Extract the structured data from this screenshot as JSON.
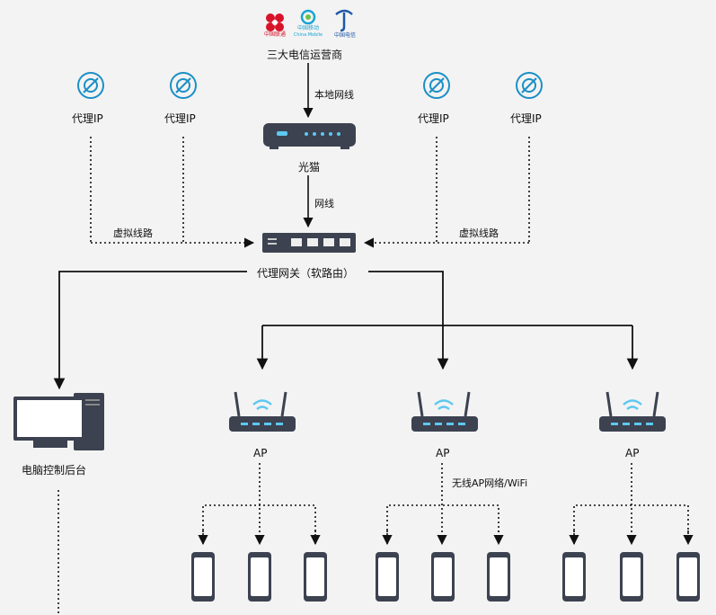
{
  "carriers": {
    "caption": "三大电信运营商",
    "logo_texts": [
      "中国联通",
      "中国移动",
      "China Mobile",
      "中国电信"
    ],
    "colors": {
      "unicom": "#d7132a",
      "mobile": "#19a4d6",
      "telecom": "#1f58a8"
    }
  },
  "labels": {
    "local_line": "本地网线",
    "modem": "光猫",
    "cable": "网线",
    "gateway": "代理网关（软路由）",
    "virtual_left": "虚拟线路",
    "virtual_right": "虚拟线路",
    "backend": "电脑控制后台",
    "wifi": "无线AP网络/WiFi"
  },
  "proxies": [
    "代理IP",
    "代理IP",
    "代理IP",
    "代理IP"
  ],
  "access_points": [
    "AP",
    "AP",
    "AP"
  ],
  "theme": {
    "line": "#111111",
    "icon": "#1b8fc6",
    "device": "#3c4250",
    "led": "#5ec8ef"
  }
}
